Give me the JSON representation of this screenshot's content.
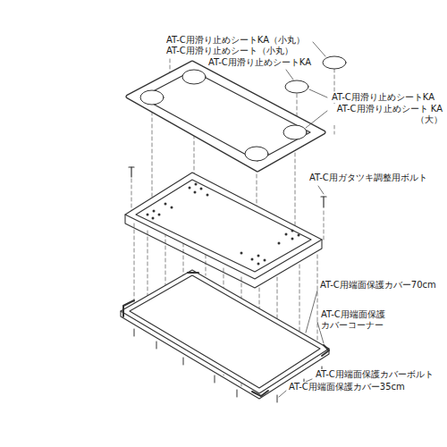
{
  "diagram": {
    "labels": [
      "AT-C用滑り止めシートKA（小丸）",
      "AT-C用滑り止めシート（小丸）",
      "AT-C用滑り止めシートKA",
      "AT-C用滑り止めシートKA",
      "AT-C用滑り止めシート KA（大）",
      "AT-C用ガタツキ調整用ボルト",
      "AT-C用端面保護カバー70cm",
      "AT-C用端面保護 カバーコーナー",
      "AT-C用端面保護カバーボルト",
      "AT-C用端面保護カバー35cm"
    ]
  }
}
